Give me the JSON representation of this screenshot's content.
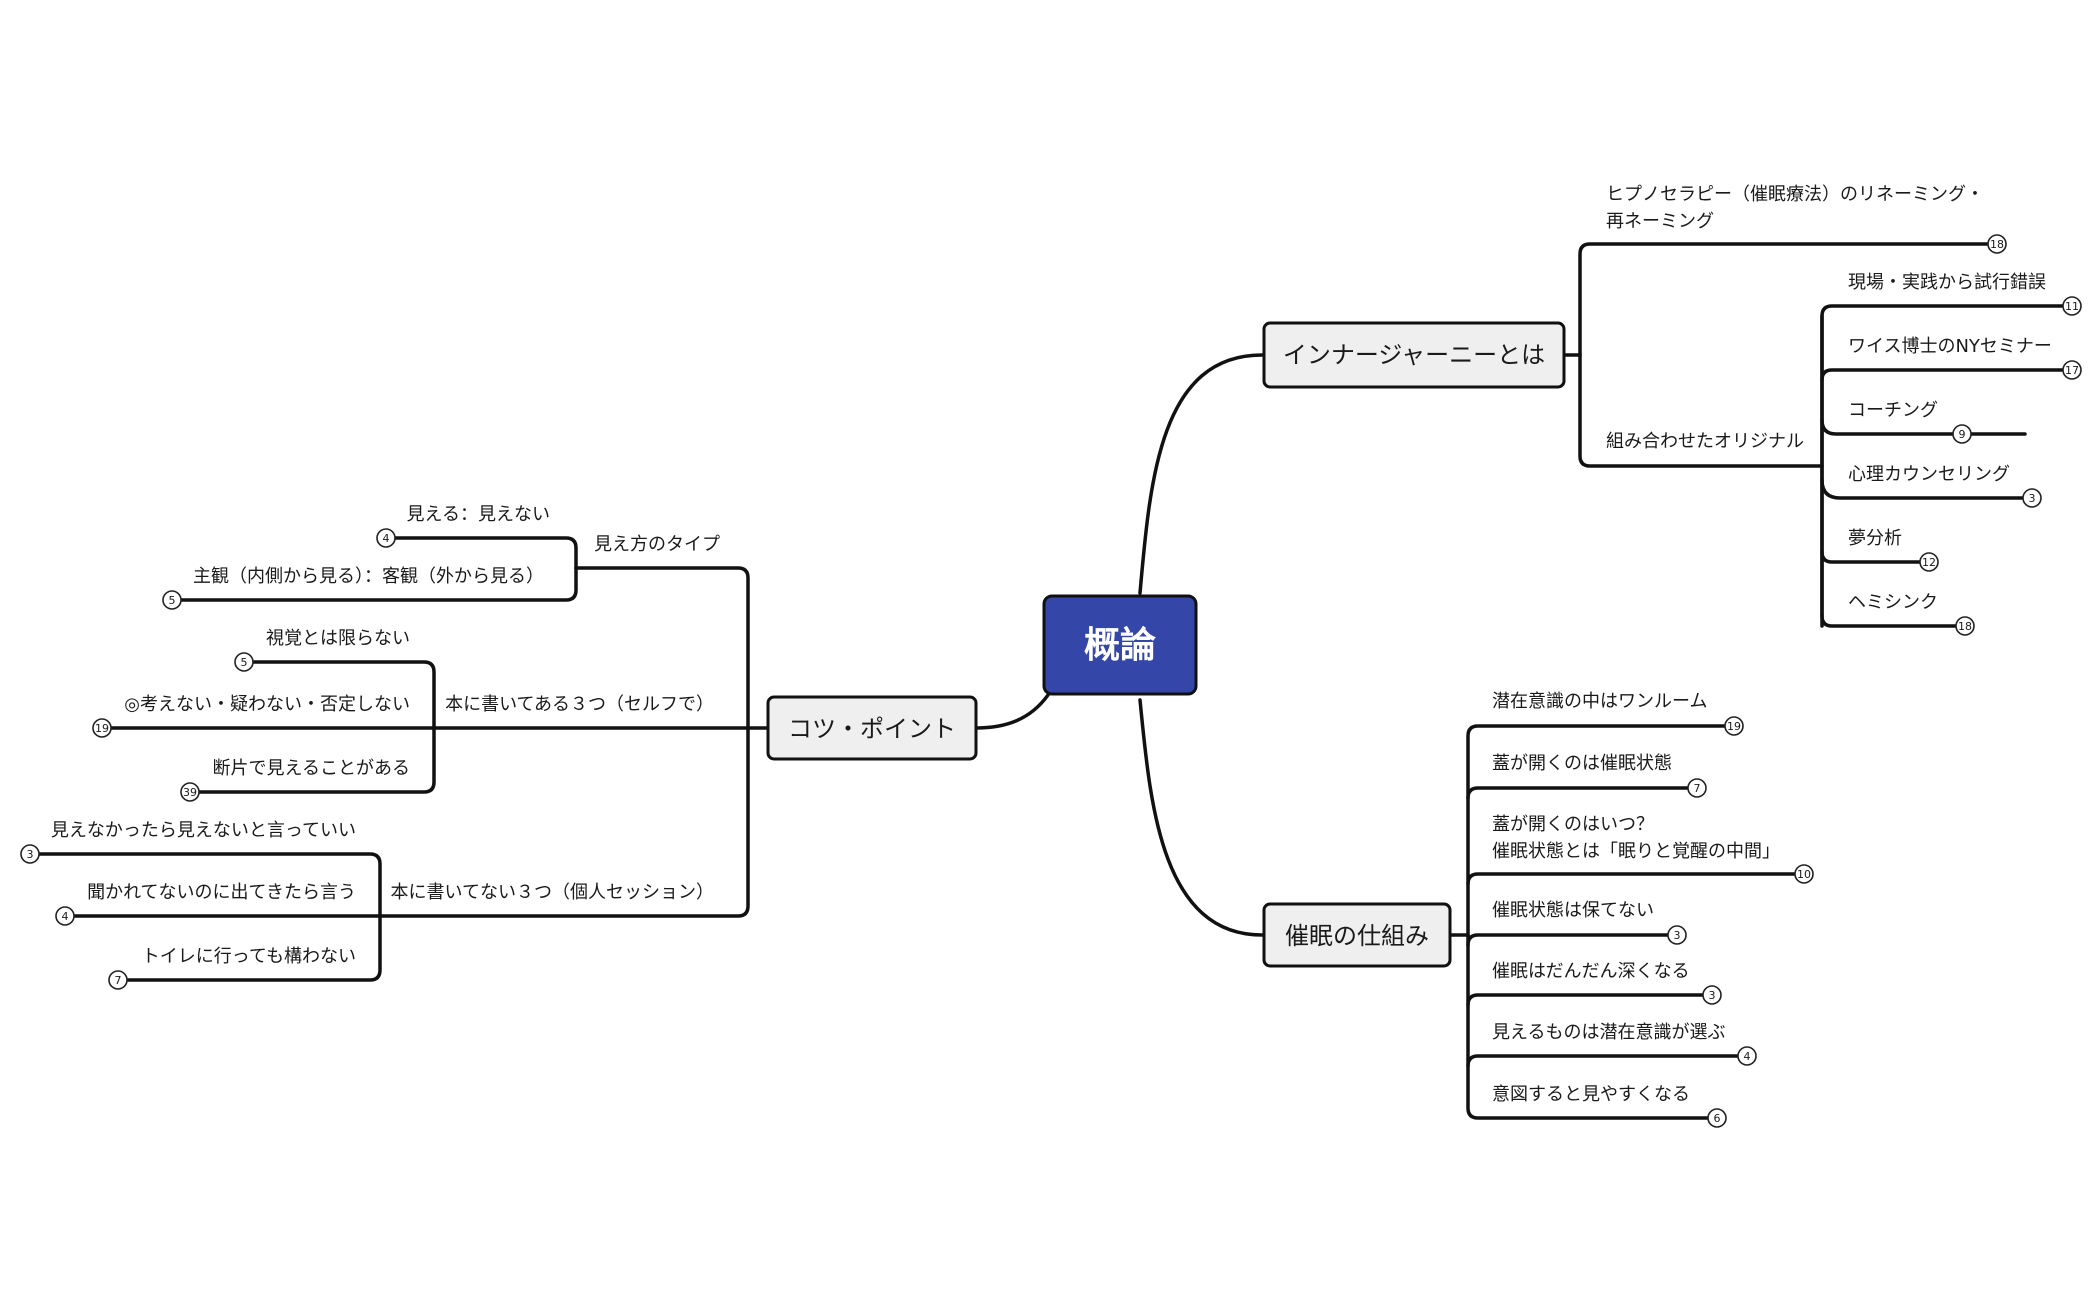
{
  "mindmap": {
    "central": {
      "label": "概論"
    },
    "topics": {
      "inner": {
        "label": "インナージャーニーとは"
      },
      "mech": {
        "label": "催眠の仕組み"
      },
      "tips": {
        "label": "コツ・ポイント"
      }
    },
    "inner": {
      "rename": {
        "line1": "ヒプノセラピー（催眠療法）のリネーミング・",
        "line2": "再ネーミング",
        "count": "18"
      },
      "combo": {
        "label": "組み合わせたオリジナル",
        "items": [
          {
            "label": "現場・実践から試行錯誤",
            "count": "11"
          },
          {
            "label": "ワイス博士のNYセミナー",
            "count": "17"
          },
          {
            "label": "コーチング",
            "count": "9"
          },
          {
            "label": "心理カウンセリング",
            "count": "3"
          },
          {
            "label": "夢分析",
            "count": "12"
          },
          {
            "label": "ヘミシンク",
            "count": "18"
          }
        ]
      }
    },
    "mech": {
      "items": [
        {
          "line1": "潜在意識の中はワンルーム",
          "line2": "",
          "count": "19"
        },
        {
          "line1": "蓋が開くのは催眠状態",
          "line2": "",
          "count": "7"
        },
        {
          "line1": "蓋が開くのはいつ？",
          "line2": "催眠状態とは「眠りと覚醒の中間」",
          "count": "10"
        },
        {
          "line1": "催眠状態は保てない",
          "line2": "",
          "count": "3"
        },
        {
          "line1": "催眠はだんだん深くなる",
          "line2": "",
          "count": "3"
        },
        {
          "line1": "見えるものは潜在意識が選ぶ",
          "line2": "",
          "count": "4"
        },
        {
          "line1": "意図すると見やすくなる",
          "line2": "",
          "count": "6"
        }
      ]
    },
    "tips": {
      "types": {
        "label": "見え方のタイプ",
        "items": [
          {
            "label": "見える：見えない",
            "count": "4"
          },
          {
            "label": "主観（内側から見る）：客観（外から見る）",
            "count": "5"
          }
        ]
      },
      "book3": {
        "label": "本に書いてある３つ（セルフで）",
        "items": [
          {
            "label": "視覚とは限らない",
            "count": "5"
          },
          {
            "label": "◎考えない・疑わない・否定しない",
            "count": "19"
          },
          {
            "label": "断片で見えることがある",
            "count": "39"
          }
        ]
      },
      "notbook3": {
        "label": "本に書いてない３つ（個人セッション）",
        "items": [
          {
            "label": "見えなかったら見えないと言っていい",
            "count": "3"
          },
          {
            "label": "聞かれてないのに出てきたら言う",
            "count": "4"
          },
          {
            "label": "トイレに行っても構わない",
            "count": "7"
          }
        ]
      }
    },
    "colors": {
      "central_fill": "#3446a8",
      "topic_fill": "#efefef",
      "line": "#111111"
    }
  }
}
